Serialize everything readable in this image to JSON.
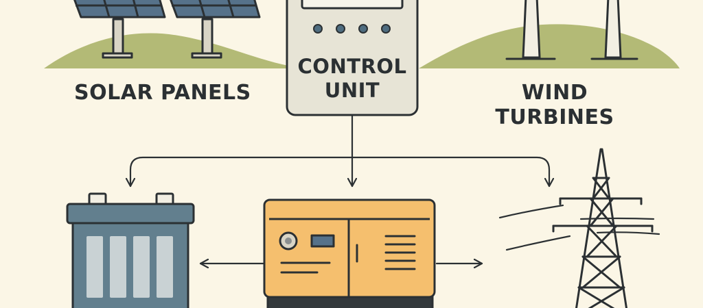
{
  "labels": {
    "solar": "SOLAR PANELS",
    "control_line1": "CONTROL",
    "control_line2": "UNIT",
    "wind_line1": "WIND",
    "wind_line2": "TURBINES"
  },
  "colors": {
    "background": "#fbf6e6",
    "hills": "#b3ba76",
    "outline": "#2b3033",
    "control_body": "#e7e4d6",
    "control_screen": "#f6f4ea",
    "solar_panel": "#56728a",
    "battery_body": "#627f8e",
    "battery_cells": "#c9d2d4",
    "generator_body": "#f5bf6e",
    "generator_base": "#33393c"
  },
  "icons": [
    "solar-panel-icon",
    "control-unit-icon",
    "wind-turbine-icon",
    "battery-icon",
    "generator-icon",
    "power-tower-icon"
  ]
}
